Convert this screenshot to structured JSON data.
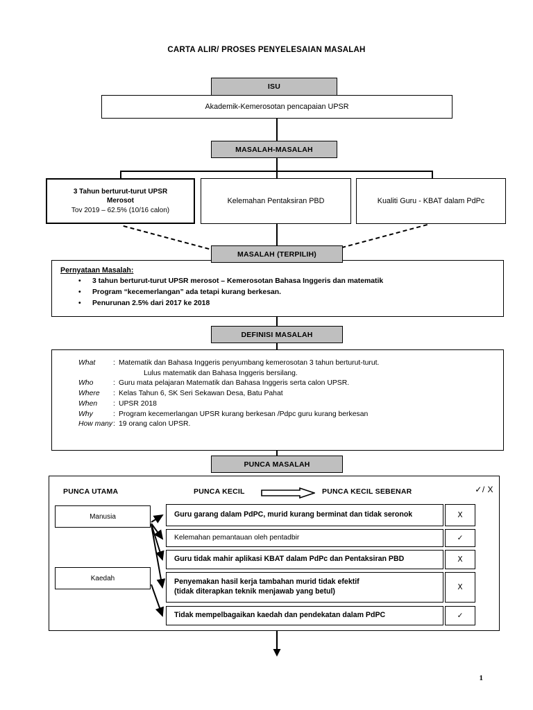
{
  "document": {
    "title": "CARTA ALIR/ PROSES PENYELESAIAN MASALAH",
    "page_number": "1"
  },
  "isu": {
    "header": "ISU",
    "content": "Akademik-Kemerosotan pencapaian UPSR"
  },
  "masalah_masalah": {
    "header": "MASALAH-MASALAH",
    "boxes": [
      {
        "line1": "3 Tahun berturut-turut UPSR",
        "line2": "Merosot",
        "line3": "Tov 2019 – 62.5% (10/16 calon)"
      },
      {
        "line1": "Kelemahan Pentaksiran PBD",
        "line2": "",
        "line3": ""
      },
      {
        "line1": "Kualiti Guru - KBAT dalam PdPc",
        "line2": "",
        "line3": ""
      }
    ]
  },
  "masalah_terpilih": {
    "header": "MASALAH  (TERPILIH)",
    "statement_heading": "Pernyataan Masalah:",
    "bullet_symbol": "•",
    "bullets": [
      "3 tahun berturut-turut UPSR merosot – Kemerosotan Bahasa Inggeris dan matematik",
      "Program “kecemerlangan” ada tetapi kurang berkesan.",
      "Penurunan 2.5% dari 2017  ke  2018"
    ]
  },
  "definisi_masalah": {
    "header": "DEFINISI MASALAH",
    "rows": [
      {
        "key": "What",
        "value": "Matematik dan Bahasa Inggeris penyumbang kemerosotan 3 tahun berturut-turut.",
        "continuation": "Lulus matematik dan Bahasa Inggeris bersilang."
      },
      {
        "key": "Who",
        "value": "Guru mata pelajaran Matematik dan Bahasa Inggeris serta calon UPSR.",
        "continuation": ""
      },
      {
        "key": "Where",
        "value": "Kelas Tahun 6, SK Seri Sekawan Desa, Batu Pahat",
        "continuation": ""
      },
      {
        "key": "When",
        "value": "UPSR 2018",
        "continuation": ""
      },
      {
        "key": "Why",
        "value": "Program kecemerlangan UPSR kurang berkesan /Pdpc guru kurang berkesan",
        "continuation": ""
      },
      {
        "key": "How many",
        "value": "19 orang calon UPSR.",
        "continuation": ""
      }
    ],
    "colon": ":"
  },
  "punca_masalah": {
    "header": "PUNCA MASALAH",
    "col_headers": {
      "utama": "PUNCA UTAMA",
      "kecil": "PUNCA KECIL",
      "kecil_sebenar": "PUNCA KECIL SEBENAR",
      "mark_legend": "✓/ X"
    },
    "punca_utama": [
      {
        "label": "Manusia"
      },
      {
        "label": "Kaedah"
      }
    ],
    "punca_kecil": [
      {
        "text": "Guru garang dalam PdPC, murid kurang berminat dan tidak seronok",
        "text2": "",
        "mark": "X",
        "emphasis": true
      },
      {
        "text": "Kelemahan pemantauan oleh pentadbir",
        "text2": "",
        "mark": "✓",
        "emphasis": false
      },
      {
        "text": "Guru tidak mahir aplikasi KBAT dalam PdPc dan Pentaksiran PBD",
        "text2": "",
        "mark": "X",
        "emphasis": true
      },
      {
        "text": "Penyemakan hasil kerja tambahan murid tidak efektif",
        "text2": "(tidak diterapkan teknik menjawab yang betul)",
        "mark": "X",
        "emphasis": true
      },
      {
        "text": "Tidak mempelbagaikan kaedah dan pendekatan dalam PdPC",
        "text2": "",
        "mark": "✓",
        "emphasis": true
      }
    ]
  },
  "colors": {
    "chip_gray": "#bfbfbf",
    "line_black": "#000000",
    "background": "#ffffff"
  }
}
